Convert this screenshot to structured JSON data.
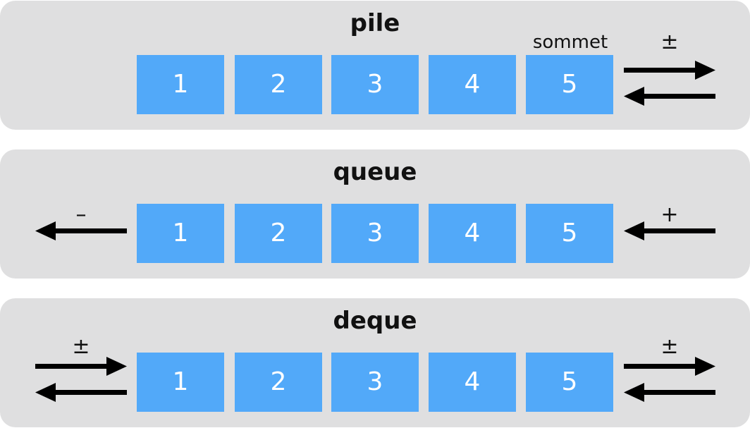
{
  "diagrams": [
    {
      "title": "pile",
      "cells": [
        "1",
        "2",
        "3",
        "4",
        "5"
      ],
      "top_label": "sommet",
      "right_symbol": "±"
    },
    {
      "title": "queue",
      "cells": [
        "1",
        "2",
        "3",
        "4",
        "5"
      ],
      "left_symbol": "–",
      "right_symbol": "+"
    },
    {
      "title": "deque",
      "cells": [
        "1",
        "2",
        "3",
        "4",
        "5"
      ],
      "left_symbol": "±",
      "right_symbol": "±"
    }
  ],
  "colors": {
    "panel_background": "#dfdfe0",
    "cell_fill": "#52a9f9",
    "cell_text": "#ffffff",
    "arrow": "#000000"
  }
}
